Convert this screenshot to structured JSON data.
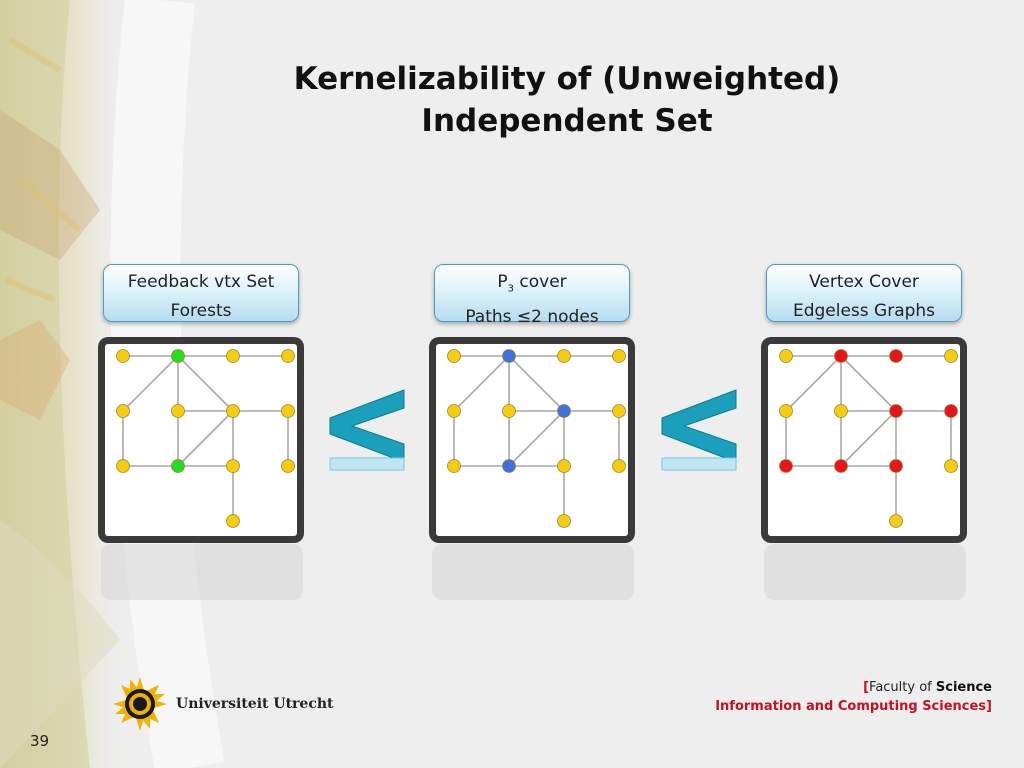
{
  "slide": {
    "title_line1": "Kernelizability of (Unweighted)",
    "title_line2": "Independent Set",
    "page_number": "39"
  },
  "labels": [
    {
      "line1": "Feedback vtx Set",
      "line2": "Forests"
    },
    {
      "line1_pre": "P",
      "line1_sub": "3",
      "line1_post": " cover",
      "line2": "Paths ≤2 nodes"
    },
    {
      "line1": "Vertex Cover",
      "line2": "Edgeless Graphs"
    }
  ],
  "relations": [
    "≤",
    "≤"
  ],
  "graph": {
    "nodes": [
      {
        "id": "a1",
        "col": 0,
        "row": 0
      },
      {
        "id": "a2",
        "col": 1,
        "row": 0
      },
      {
        "id": "a3",
        "col": 2,
        "row": 0
      },
      {
        "id": "a4",
        "col": 3,
        "row": 0
      },
      {
        "id": "b1",
        "col": 0,
        "row": 1
      },
      {
        "id": "b2",
        "col": 1,
        "row": 1
      },
      {
        "id": "b3",
        "col": 2,
        "row": 1
      },
      {
        "id": "b4",
        "col": 3,
        "row": 1
      },
      {
        "id": "c1",
        "col": 0,
        "row": 2
      },
      {
        "id": "c2",
        "col": 1,
        "row": 2
      },
      {
        "id": "c3",
        "col": 2,
        "row": 2
      },
      {
        "id": "c4",
        "col": 3,
        "row": 2
      },
      {
        "id": "d3",
        "col": 2,
        "row": 3
      }
    ],
    "edges": [
      [
        "a1",
        "a2"
      ],
      [
        "a2",
        "a3"
      ],
      [
        "a3",
        "a4"
      ],
      [
        "a2",
        "b1"
      ],
      [
        "a2",
        "b2"
      ],
      [
        "a2",
        "b3"
      ],
      [
        "b1",
        "c1"
      ],
      [
        "b2",
        "c2"
      ],
      [
        "c1",
        "c2"
      ],
      [
        "c2",
        "c3"
      ],
      [
        "b2",
        "b3"
      ],
      [
        "b3",
        "c2"
      ],
      [
        "b3",
        "c3"
      ],
      [
        "b3",
        "b4"
      ],
      [
        "b4",
        "c4"
      ],
      [
        "c3",
        "d3"
      ]
    ]
  },
  "panels": [
    {
      "highlight": [
        "a2",
        "c2"
      ],
      "highlight_color": "#22dd22"
    },
    {
      "highlight": [
        "a2",
        "b3",
        "c2"
      ],
      "highlight_color": "#3f6fe0"
    },
    {
      "highlight": [
        "a2",
        "a3",
        "b3",
        "b4",
        "c1",
        "c2",
        "c3"
      ],
      "highlight_color": "#e8141c"
    }
  ],
  "colors": {
    "default_node": "#f5cc10",
    "edge": "#a8a8a8",
    "relation": "#1aa0bd"
  },
  "footer": {
    "university": "Universiteit Utrecht",
    "faculty_prefix": "Faculty of ",
    "faculty_name": "Science",
    "department": "Information and Computing Sciences",
    "bracket_open": "[",
    "bracket_close": "]"
  },
  "icons": [
    "utrecht-seal-icon"
  ]
}
